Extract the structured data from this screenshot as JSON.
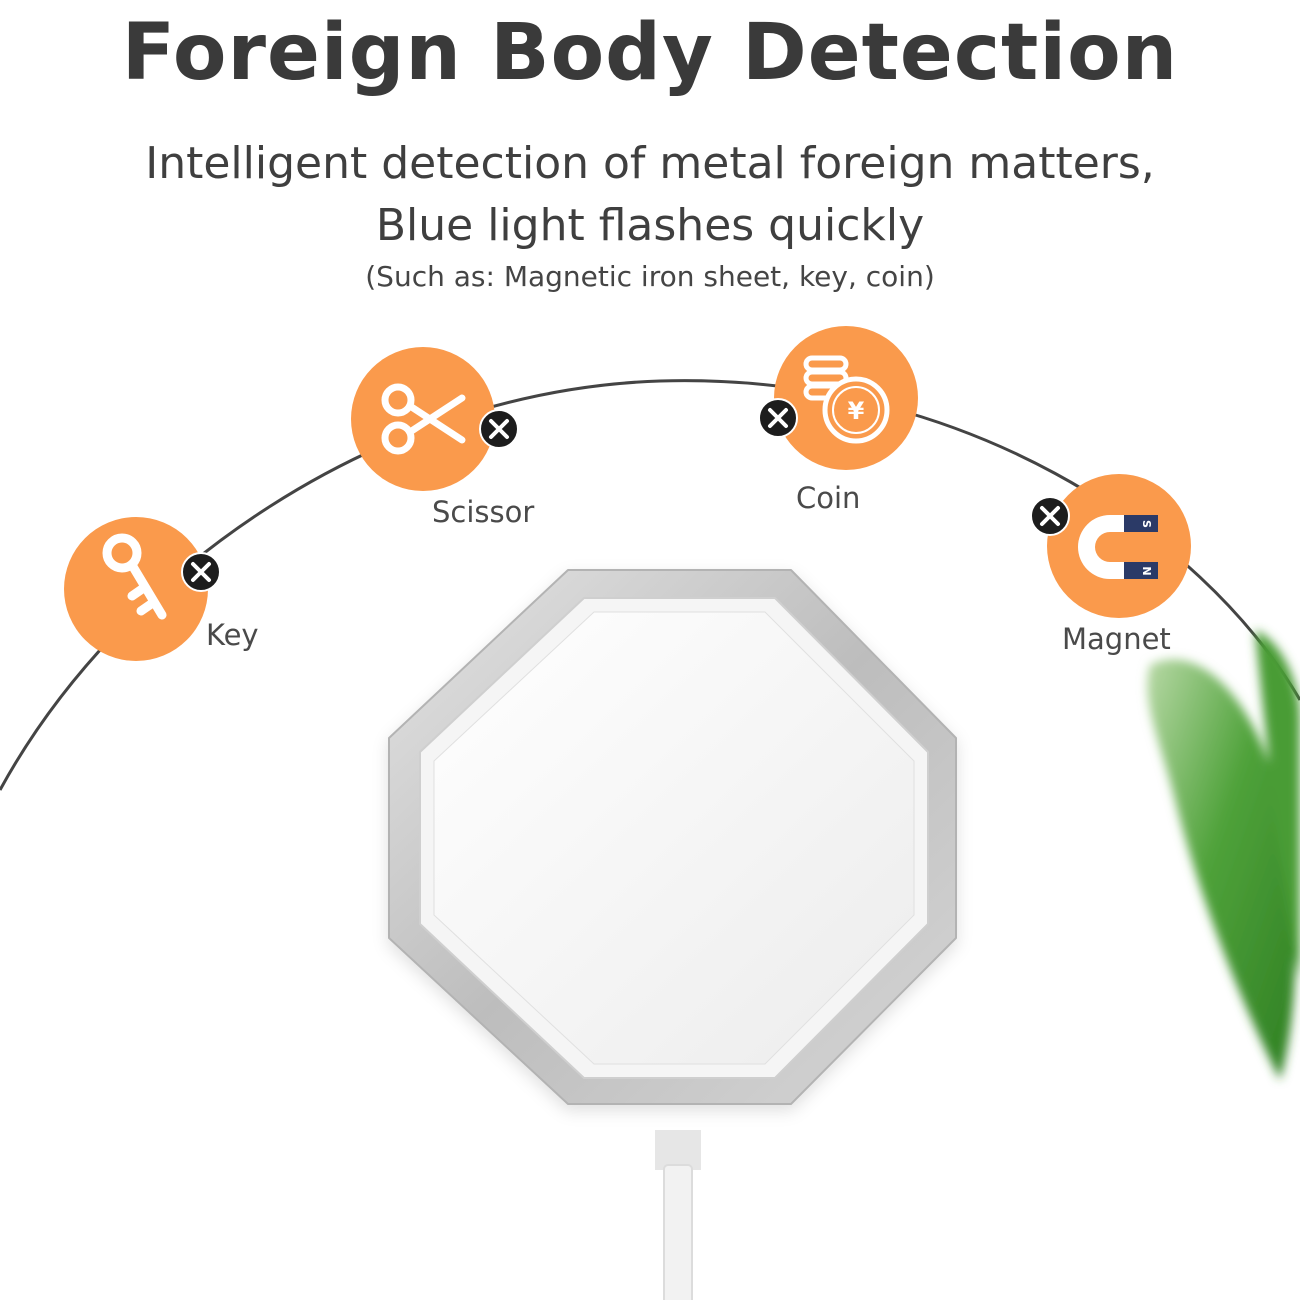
{
  "header": {
    "title": "Foreign Body Detection",
    "subtitle_line1": "Intelligent detection of metal foreign matters,",
    "subtitle_line2": "Blue light flashes quickly",
    "note": "(Such as:  Magnetic iron sheet, key, coin)"
  },
  "items": [
    {
      "label": "Key",
      "icon": "key-icon",
      "status_icon": "x-mark-icon"
    },
    {
      "label": "Scissor",
      "icon": "scissors-icon",
      "status_icon": "x-mark-icon"
    },
    {
      "label": "Coin",
      "icon": "coin-stack-icon",
      "status_icon": "x-mark-icon",
      "coin_symbol": "¥"
    },
    {
      "label": "Magnet",
      "icon": "magnet-icon",
      "status_icon": "x-mark-icon",
      "pole_top": "S",
      "pole_bottom": "N"
    }
  ],
  "colors": {
    "accent": "#fa9a4c",
    "text": "#3f3f3f",
    "x_badge": "#1d1d1d",
    "charger_ring": "#c9c9c9",
    "charger_face": "#f7f7f7",
    "leaf": "#3f9a2e"
  }
}
